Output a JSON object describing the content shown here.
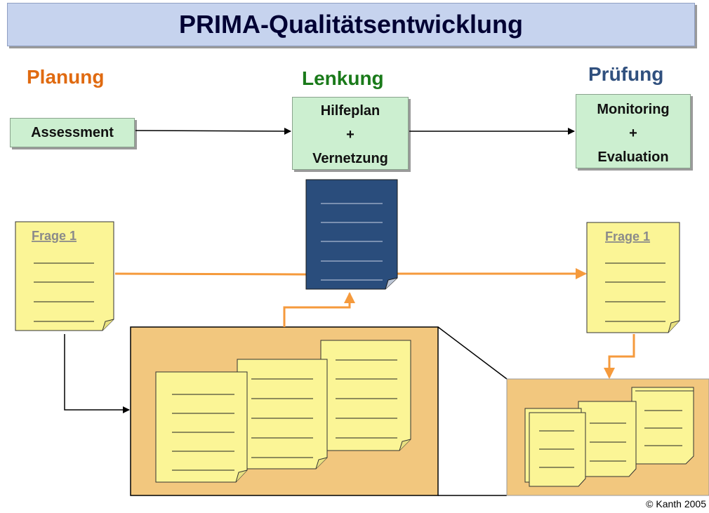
{
  "title": "PRIMA-Qualitätsentwicklung",
  "phases": {
    "planning": {
      "label": "Planung",
      "color": "#e06a10"
    },
    "steering": {
      "label": "Lenkung",
      "color": "#1a7a1a"
    },
    "review": {
      "label": "Prüfung",
      "color": "#30507e"
    }
  },
  "boxes": {
    "assessment": {
      "line1": "Assessment"
    },
    "hilfeplan": {
      "line1": "Hilfeplan",
      "line2": "+",
      "line3": "Vernetzung"
    },
    "monitoring": {
      "line1": "Monitoring",
      "line2": "+",
      "line3": "Evaluation"
    }
  },
  "documents": {
    "question_left": "Frage 1",
    "question_right": "Frage 1"
  },
  "colors": {
    "orange_arrow": "#f59a3c",
    "dark_doc": "#2a4d7c",
    "note_yellow": "#fbf596",
    "tray": "#f2c77e"
  },
  "footer": {
    "copyright": "© Kanth 2005"
  }
}
